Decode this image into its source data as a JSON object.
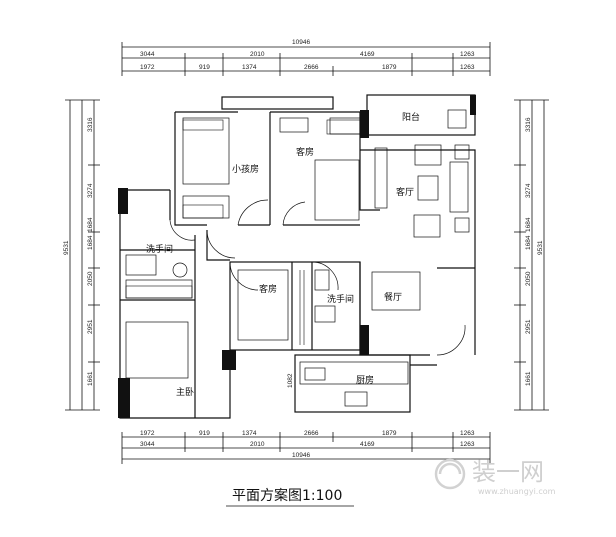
{
  "title": "平面方案图1:100",
  "rooms": {
    "kids_room": "小孩房",
    "guest_room_top": "客房",
    "balcony": "阳台",
    "living_room": "客厅",
    "washroom_left": "洗手间",
    "guest_room_mid": "客房",
    "washroom_mid": "洗手间",
    "dining_room": "餐厅",
    "master_bedroom": "主卧",
    "kitchen": "厨房"
  },
  "dims": {
    "total": "10946",
    "seg2": [
      "3044",
      "2010",
      "4169",
      "1263"
    ],
    "seg3": [
      "1972",
      "919",
      "1374",
      "2666",
      "1879",
      "1263"
    ],
    "side_left": [
      "3316",
      "3274",
      "9531",
      "1684",
      "1684",
      "2050",
      "2951",
      "1661"
    ],
    "side_right": [
      "3316",
      "3274",
      "9531",
      "1684",
      "1684",
      "2050",
      "2951",
      "1661"
    ],
    "kitchen_small": "1082"
  },
  "watermark": {
    "brand": "装一网",
    "url": "www.zhuangyi.com"
  }
}
